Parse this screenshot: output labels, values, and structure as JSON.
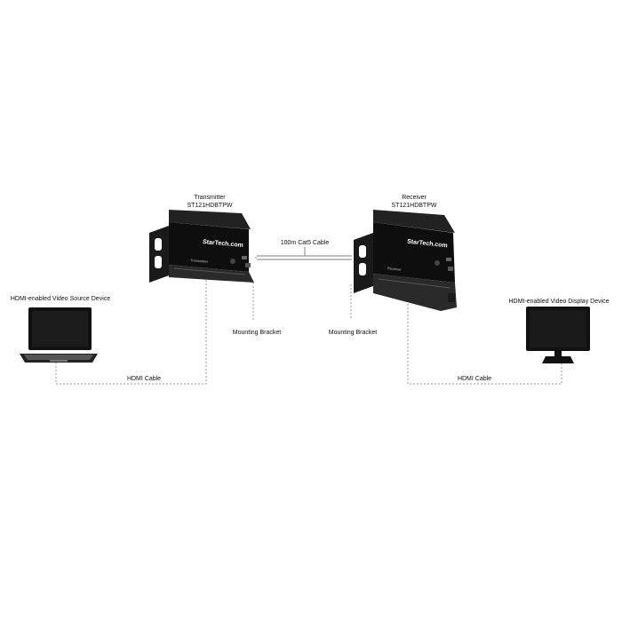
{
  "transmitter": {
    "title": "Transmitter",
    "model": "ST121HDBTPW",
    "brand": "StarTech.com",
    "panel_label": "Transmitter"
  },
  "receiver": {
    "title": "Receiver",
    "model": "ST121HDBTPW",
    "brand": "StarTech.com",
    "panel_label": "Receiver"
  },
  "source_device": {
    "label": "HDMI-enabled Video Source Device"
  },
  "display_device": {
    "label": "HDMI-enabled Video Display Device"
  },
  "cables": {
    "cat5": "100m Cat5 Cable",
    "hdmi_left": "HDMI Cable",
    "hdmi_right": "HDMI Cable"
  },
  "brackets": {
    "left": "Mounting Bracket",
    "right": "Mounting Bracket"
  },
  "colors": {
    "device": "#111111",
    "line": "#9a9a9a",
    "screen": "#1a1a1a"
  }
}
